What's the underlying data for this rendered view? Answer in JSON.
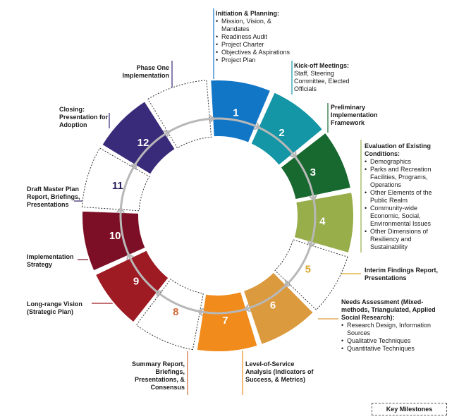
{
  "colors": {
    "seg1": "#1276c6",
    "seg2": "#1496a6",
    "seg3": "#17692f",
    "seg4": "#98ae4a",
    "seg5": "#d9a72c",
    "seg6": "#dc9a3f",
    "seg7": "#f18b1c",
    "seg8": "#d06a3a",
    "seg9": "#9e1b24",
    "seg10": "#7c0f26",
    "seg11": "#3b2a6a",
    "seg12": "#3a2a7a",
    "arrow": "#b8b8b8"
  },
  "segments": [
    {
      "n": "1",
      "milestone": false
    },
    {
      "n": "2",
      "milestone": false
    },
    {
      "n": "3",
      "milestone": false
    },
    {
      "n": "4",
      "milestone": false
    },
    {
      "n": "5",
      "milestone": true
    },
    {
      "n": "6",
      "milestone": false
    },
    {
      "n": "7",
      "milestone": false
    },
    {
      "n": "8",
      "milestone": true
    },
    {
      "n": "9",
      "milestone": false
    },
    {
      "n": "10",
      "milestone": false
    },
    {
      "n": "11",
      "milestone": true
    },
    {
      "n": "12",
      "milestone": false
    }
  ],
  "phase_one": {
    "title": "Phase One Implementation"
  },
  "labels": {
    "s1": {
      "title": "Initiation & Planning:",
      "items": [
        "Mission, Vision, & Mandates",
        "Readiness Audit",
        "Project Charter",
        "Objectives & Aspirations",
        "Project Plan"
      ]
    },
    "s2": {
      "title": "Kick-off Meetings:",
      "sub": "Staff, Steering Committee, Elected Officials"
    },
    "s3": {
      "title": "Preliminary Implementation Framework"
    },
    "s4": {
      "title": "Evaluation of Existing Conditions:",
      "items": [
        "Demographics",
        "Parks and Recreation Facilities, Programs, Operations",
        "Other Elements of the Public Realm",
        "Community-wide Economic, Social, Environmental Issues",
        "Other Dimensions of Resiliency and Sustainability"
      ]
    },
    "s5": {
      "title": "Interim Findings Report, Presentations"
    },
    "s6": {
      "title": "Needs Assessment (Mixed-methods, Triangulated, Applied Social Research):",
      "items": [
        "Research Design, Information Sources",
        "Qualitative Techniques",
        "Quantitative Techniques"
      ]
    },
    "s7": {
      "title": "Level-of-Service Analysis (Indicators of Success, & Metrics)"
    },
    "s8": {
      "title": "Summary Report, Briefings, Presentations, & Consensus"
    },
    "s9": {
      "title": "Long-range Vision (Strategic Plan)"
    },
    "s10": {
      "title": "Implementation Strategy"
    },
    "s11": {
      "title": "Draft Master Plan Report, Briefings, Presentations"
    },
    "s12": {
      "title": "Closing: Presentation for Adoption"
    }
  },
  "key": {
    "label": "Key Milestones"
  }
}
